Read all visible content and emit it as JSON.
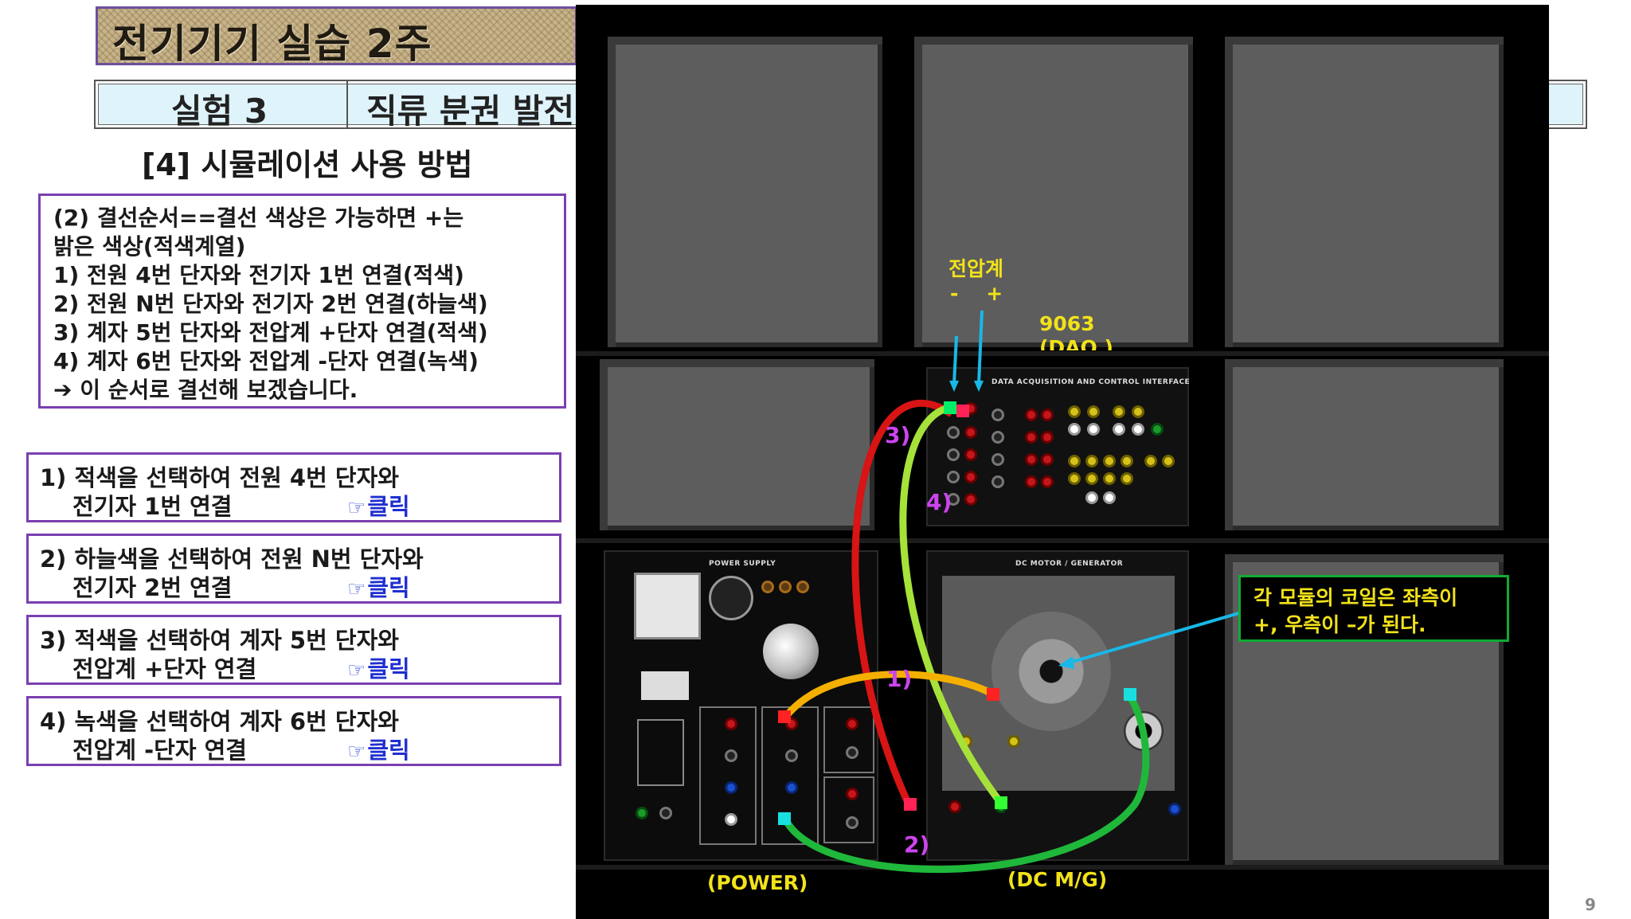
{
  "title": "전기기기 실습 2주",
  "experiment": {
    "number": "실험 3",
    "name": "직류 분권 발전기"
  },
  "section_title": "[4] 시뮬레이션 사용 방법",
  "instructions": [
    "(2) 결선순서==결선 색상은 가능하면 +는",
    "밝은 색상(적색계열)",
    "1) 전원 4번 단자와 전기자 1번 연결(적색)",
    "2) 전원 N번 단자와 전기자 2번 연결(하늘색)",
    "3) 계자 5번 단자와 전압계 +단자 연결(적색)",
    "4) 계자 6번 단자와 전압계 -단자 연결(녹색)",
    "➔ 이 순서로 결선해 보겠습니다."
  ],
  "steps": [
    {
      "line1": "1) 적색을 선택하여 전원 4번 단자와",
      "line2": "전기자 1번 연결",
      "click": "클릭"
    },
    {
      "line1": "2) 하늘색을 선택하여 전원 N번 단자와",
      "line2": "전기자 2번 연결",
      "click": "클릭"
    },
    {
      "line1": "3) 적색을 선택하여 계자 5번 단자와",
      "line2": "전압계 +단자 연결",
      "click": "클릭"
    },
    {
      "line1": "4) 녹색을 선택하여 계자 6번 단자와",
      "line2": "전압계 -단자 연결",
      "click": "클릭"
    }
  ],
  "simulation": {
    "voltmeter_label": "전압계",
    "voltmeter_polarity": "-    +",
    "daq_label": "9063",
    "daq_label2": "(DAQ )",
    "power_label": "(POWER)",
    "dcmg_label": "(DC M/G)",
    "wire_numbers": [
      "1)",
      "2)",
      "3)",
      "4)"
    ],
    "note_line1": "각 모듈의 코일은 좌측이",
    "note_line2": "+, 우측이 –가 된다.",
    "daq_module_title": "DATA ACQUISITION AND CONTROL INTERFACE",
    "power_module_title": "POWER SUPPLY",
    "dcmg_module_title": "DC MOTOR / GENERATOR",
    "wire_colors": {
      "red": "#d81414",
      "light_blue": "#18e0e0",
      "green": "#1fb83a",
      "orange": "#f4b000",
      "yellow_green": "#a6e23a"
    }
  },
  "page_number": "9"
}
